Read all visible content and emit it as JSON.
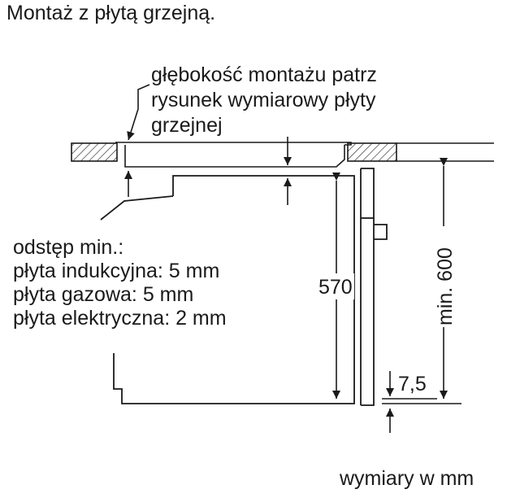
{
  "title": "Montaż z płytą grzejną.",
  "depth_note": [
    "głębokość montażu patrz",
    "rysunek wymiarowy płyty",
    "grzejnej"
  ],
  "gap_note": [
    "odstęp min.:",
    "płyta indukcyjna: 5 mm",
    "płyta gazowa: 5 mm",
    "płyta elektryczna: 2 mm"
  ],
  "dimensions": {
    "height": "570",
    "min_height": "min. 600",
    "offset": "7,5"
  },
  "units": "wymiary w mm"
}
